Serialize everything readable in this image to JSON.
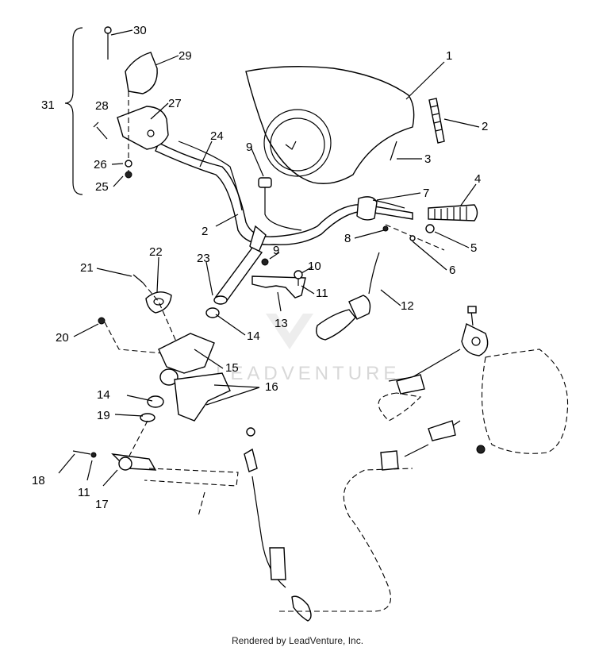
{
  "watermark": "LEADVENTURE",
  "footer": "Rendered by LeadVenture, Inc.",
  "callouts": [
    "1",
    "2",
    "3",
    "4",
    "5",
    "6",
    "7",
    "8",
    "9",
    "10",
    "11",
    "12",
    "13",
    "14",
    "15",
    "16",
    "17",
    "18",
    "19",
    "20",
    "21",
    "22",
    "23",
    "24",
    "25",
    "26",
    "27",
    "28",
    "29",
    "30",
    "31",
    "2",
    "9",
    "11",
    "14"
  ]
}
